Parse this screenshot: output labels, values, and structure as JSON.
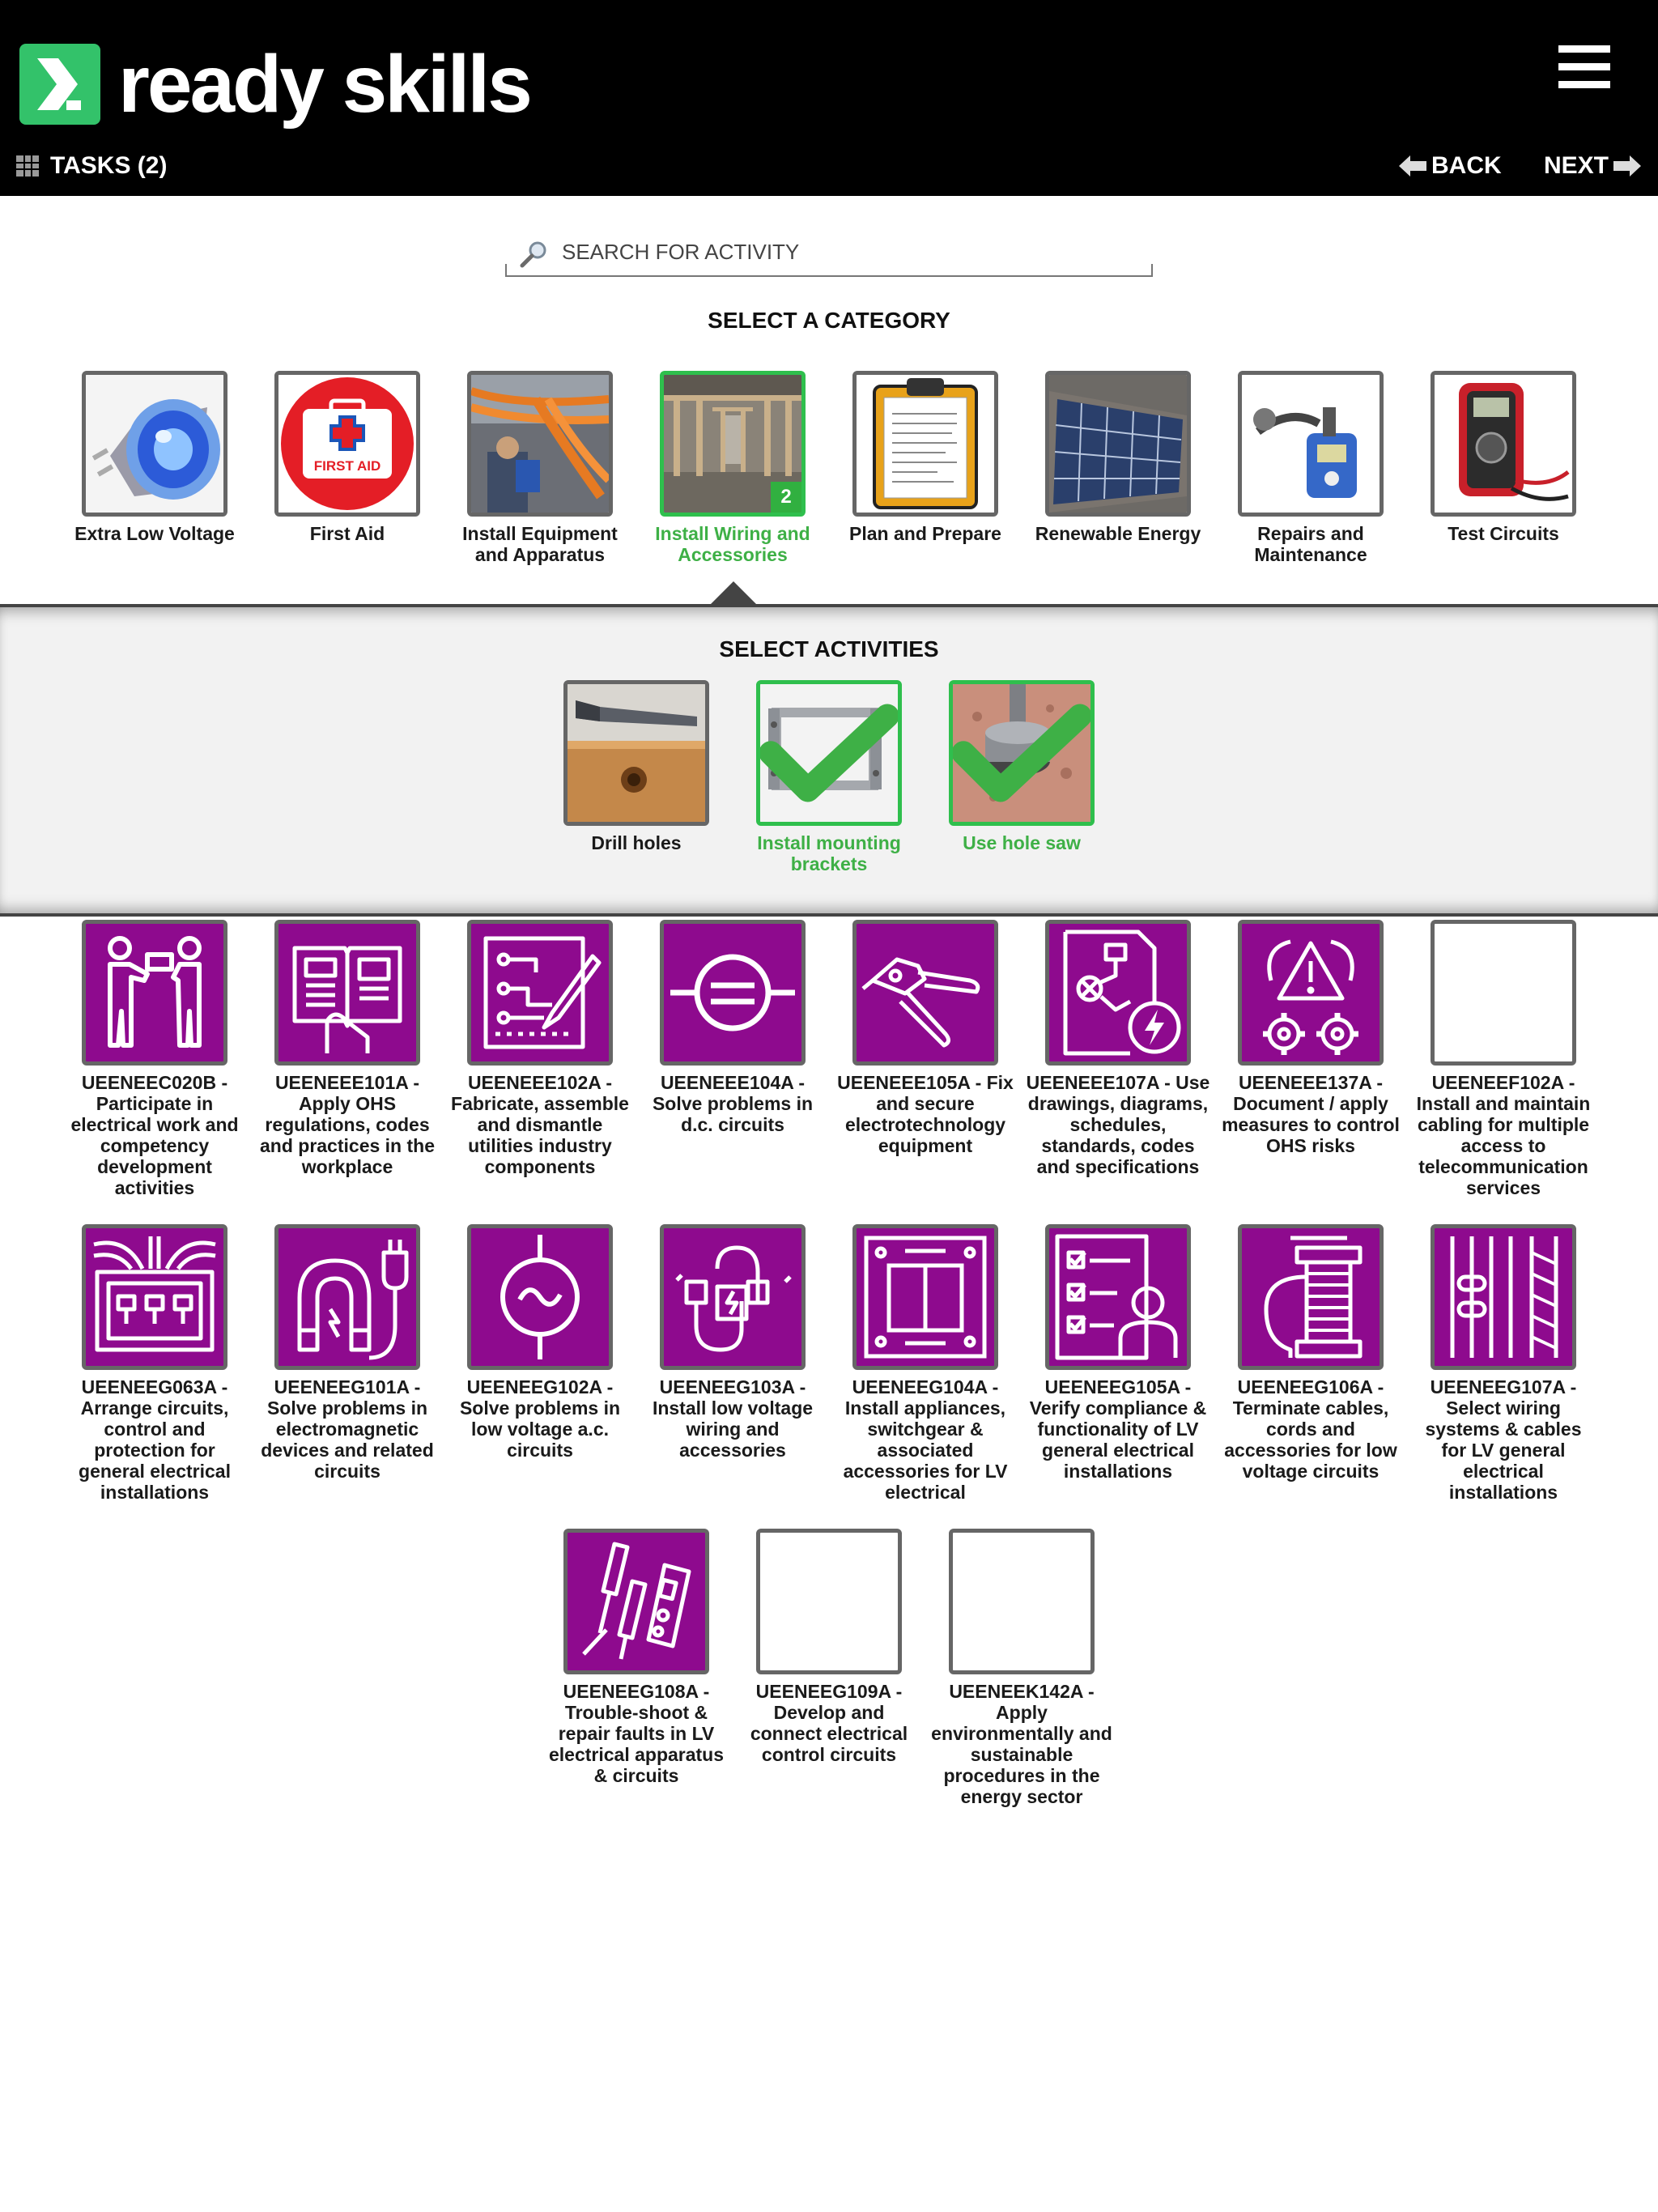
{
  "brand": {
    "name": "ready skills"
  },
  "header": {
    "tasks_label": "TASKS (2)",
    "back_label": "BACK",
    "next_label": "NEXT"
  },
  "search": {
    "placeholder": "SEARCH FOR ACTIVITY"
  },
  "categories_title": "SELECT A CATEGORY",
  "categories": [
    {
      "label": "Extra Low Voltage",
      "icon": "halogen-bulb-photo"
    },
    {
      "label": "First Aid",
      "icon": "first-aid-kit-photo"
    },
    {
      "label": "Install Equipment and Apparatus",
      "icon": "cable-tray-photo"
    },
    {
      "label": "Install Wiring and Accessories",
      "icon": "house-frame-photo",
      "selected": true,
      "badge": "2"
    },
    {
      "label": "Plan and Prepare",
      "icon": "clipboard-photo"
    },
    {
      "label": "Renewable Energy",
      "icon": "solar-panel-photo"
    },
    {
      "label": "Repairs and Maintenance",
      "icon": "soldering-station-photo"
    },
    {
      "label": "Test Circuits",
      "icon": "multimeter-photo"
    }
  ],
  "activities_title": "SELECT ACTIVITIES",
  "activities": [
    {
      "label": "Drill holes",
      "icon": "drill-bit-photo",
      "completed": false
    },
    {
      "label": "Install mounting brackets",
      "icon": "mounting-bracket-photo",
      "completed": true
    },
    {
      "label": "Use hole saw",
      "icon": "hole-saw-photo",
      "completed": true
    }
  ],
  "units": [
    {
      "label": "UEENEEC020B - Participate in electrical work and competency development activities",
      "icon": "presenter-icon"
    },
    {
      "label": "UEENEEE101A - Apply OHS regulations, codes and practices in the workplace",
      "icon": "manual-book-icon"
    },
    {
      "label": "UEENEEE102A - Fabricate, assemble and dismantle utilities industry components",
      "icon": "circuit-board-pen-icon"
    },
    {
      "label": "UEENEEE104A - Solve problems in d.c. circuits",
      "icon": "dc-symbol-icon"
    },
    {
      "label": "UEENEEE105A - Fix and secure electrotechnology equipment",
      "icon": "rivet-gun-icon"
    },
    {
      "label": "UEENEEE107A - Use drawings, diagrams, schedules, standards, codes and specifications",
      "icon": "schematic-document-icon"
    },
    {
      "label": "UEENEEE137A - Document / apply measures to control OHS risks",
      "icon": "warning-gears-icon"
    },
    {
      "label": "UEENEEF102A - Install and maintain cabling for multiple access to telecommunication services",
      "icon": "blank"
    },
    {
      "label": "UEENEEG063A - Arrange circuits, control and protection for general electrical installations",
      "icon": "switchboard-icon"
    },
    {
      "label": "UEENEEG101A - Solve problems in electromagnetic devices and related circuits",
      "icon": "magnet-plug-icon"
    },
    {
      "label": "UEENEEG102A - Solve problems in low voltage a.c. circuits",
      "icon": "ac-symbol-icon"
    },
    {
      "label": "UEENEEG103A - Install low voltage wiring and accessories",
      "icon": "cable-connector-icon"
    },
    {
      "label": "UEENEEG104A - Install appliances, switchgear & associated accessories for LV electrical",
      "icon": "wall-switch-icon"
    },
    {
      "label": "UEENEEG105A - Verify compliance & functionality of LV general electrical installations",
      "icon": "checklist-inspector-icon"
    },
    {
      "label": "UEENEEG106A - Terminate cables, cords and accessories for low voltage circuits",
      "icon": "cable-reel-icon"
    },
    {
      "label": "UEENEEG107A - Select wiring systems & cables for LV general electrical installations",
      "icon": "cable-bundle-icon"
    },
    {
      "label": "UEENEEG108A - Trouble-shoot & repair faults in LV electrical apparatus & circuits",
      "icon": "screwdriver-tester-icon"
    },
    {
      "label": "UEENEEG109A - Develop and connect electrical control circuits",
      "icon": "blank"
    },
    {
      "label": "UEENEEK142A - Apply environmentally and sustainable procedures in the energy sector",
      "icon": "blank"
    }
  ],
  "colors": {
    "header_bg": "#000000",
    "brand_green": "#33c26a",
    "selected_green": "#2fbf4d",
    "unit_purple": "#8e0a8e"
  }
}
